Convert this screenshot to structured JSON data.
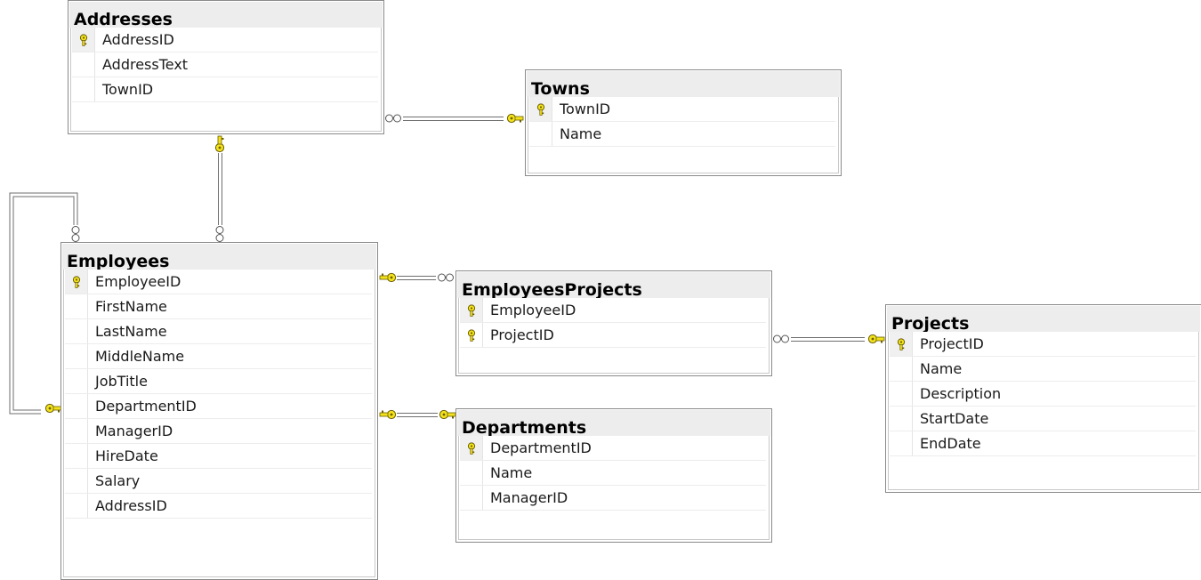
{
  "tables": {
    "addresses": {
      "title": "Addresses",
      "columns": [
        {
          "name": "AddressID",
          "pk": true
        },
        {
          "name": "AddressText",
          "pk": false
        },
        {
          "name": "TownID",
          "pk": false
        }
      ]
    },
    "towns": {
      "title": "Towns",
      "columns": [
        {
          "name": "TownID",
          "pk": true
        },
        {
          "name": "Name",
          "pk": false
        }
      ]
    },
    "employees": {
      "title": "Employees",
      "columns": [
        {
          "name": "EmployeeID",
          "pk": true
        },
        {
          "name": "FirstName",
          "pk": false
        },
        {
          "name": "LastName",
          "pk": false
        },
        {
          "name": "MiddleName",
          "pk": false
        },
        {
          "name": "JobTitle",
          "pk": false
        },
        {
          "name": "DepartmentID",
          "pk": false
        },
        {
          "name": "ManagerID",
          "pk": false
        },
        {
          "name": "HireDate",
          "pk": false
        },
        {
          "name": "Salary",
          "pk": false
        },
        {
          "name": "AddressID",
          "pk": false
        }
      ]
    },
    "employeesprojects": {
      "title": "EmployeesProjects",
      "columns": [
        {
          "name": "EmployeeID",
          "pk": true
        },
        {
          "name": "ProjectID",
          "pk": true
        }
      ]
    },
    "departments": {
      "title": "Departments",
      "columns": [
        {
          "name": "DepartmentID",
          "pk": true
        },
        {
          "name": "Name",
          "pk": false
        },
        {
          "name": "ManagerID",
          "pk": false
        }
      ]
    },
    "projects": {
      "title": "Projects",
      "columns": [
        {
          "name": "ProjectID",
          "pk": true
        },
        {
          "name": "Name",
          "pk": false
        },
        {
          "name": "Description",
          "pk": false
        },
        {
          "name": "StartDate",
          "pk": false
        },
        {
          "name": "EndDate",
          "pk": false
        }
      ]
    }
  },
  "relationships": [
    {
      "from": "addresses",
      "to": "towns",
      "from_end": "many",
      "to_end": "key"
    },
    {
      "from": "employees",
      "to": "addresses",
      "from_end": "many",
      "to_end": "key"
    },
    {
      "from": "employees",
      "to": "employees",
      "from_end": "many",
      "to_end": "key"
    },
    {
      "from": "employeesprojects",
      "to": "employees",
      "from_end": "many",
      "to_end": "key"
    },
    {
      "from": "employeesprojects",
      "to": "projects",
      "from_end": "many",
      "to_end": "key"
    },
    {
      "from": "departments",
      "to": "employees",
      "from_end": "key",
      "to_end": "key"
    }
  ],
  "colors": {
    "key": "#f2e21d",
    "key_outline": "#7a6a00",
    "line": "#6e6e6e",
    "header": "#ededed"
  }
}
